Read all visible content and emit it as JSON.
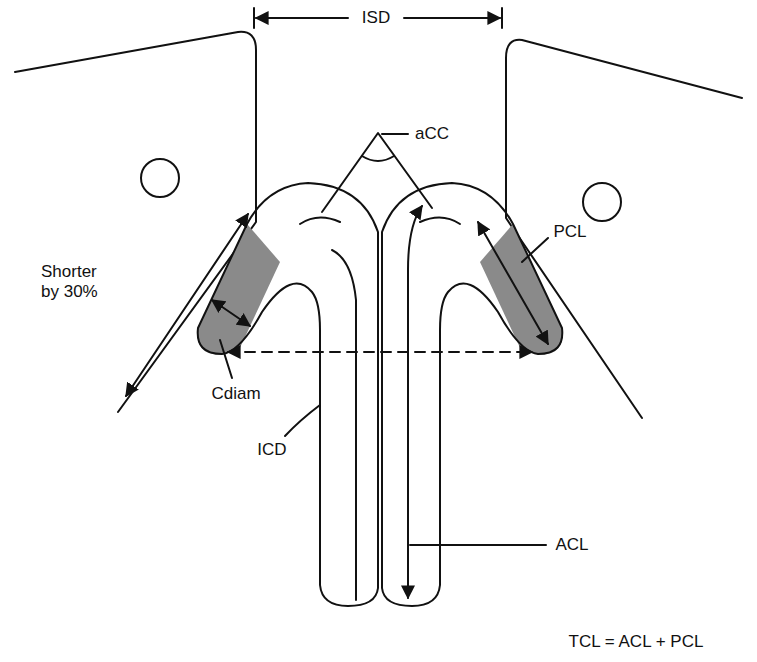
{
  "diagram": {
    "labels": [
      "ISD",
      "aCC",
      "Shorter by 30%",
      "PCL",
      "Cdiam",
      "ICD",
      "ACL",
      "TCL = ACL + PCL"
    ]
  }
}
